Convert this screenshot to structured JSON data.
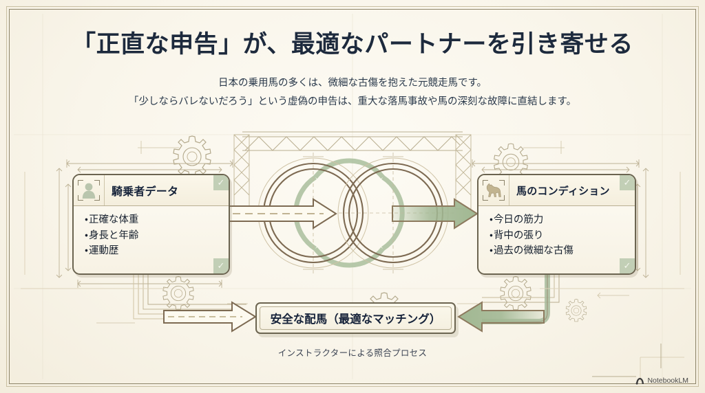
{
  "slide": {
    "title": "「正直な申告」が、最適なパートナーを引き寄せる",
    "subtitle_line1": "日本の乗用馬の多くは、微細な古傷を抱えた元競走馬です。",
    "subtitle_line2": "「少しならバレないだろう」という虚偽の申告は、重大な落馬事故や馬の深刻な故障に直結します。",
    "background_color": "#faf6ea",
    "accent_color": "#9fb493",
    "line_color": "#8d8469",
    "title_color": "#1d2a3d"
  },
  "left_card": {
    "title": "騎乗者データ",
    "icon": "person-icon",
    "bullets": [
      "正確な体重",
      "身長と年齢",
      "運動歴"
    ],
    "badge_top": "✓",
    "badge_bottom": "✓"
  },
  "right_card": {
    "title": "馬のコンディション",
    "icon": "horse-icon",
    "bullets": [
      "今日の筋力",
      "背中の張り",
      "過去の微細な古傷"
    ],
    "badge_top": "✓",
    "badge_bottom": "✓"
  },
  "result": {
    "label": "安全な配馬（最適なマッチング）",
    "caption": "インストラクターによる照合プロセス"
  },
  "watermark": {
    "label": "NotebookLM",
    "icon": "notebooklm-logo-icon"
  }
}
